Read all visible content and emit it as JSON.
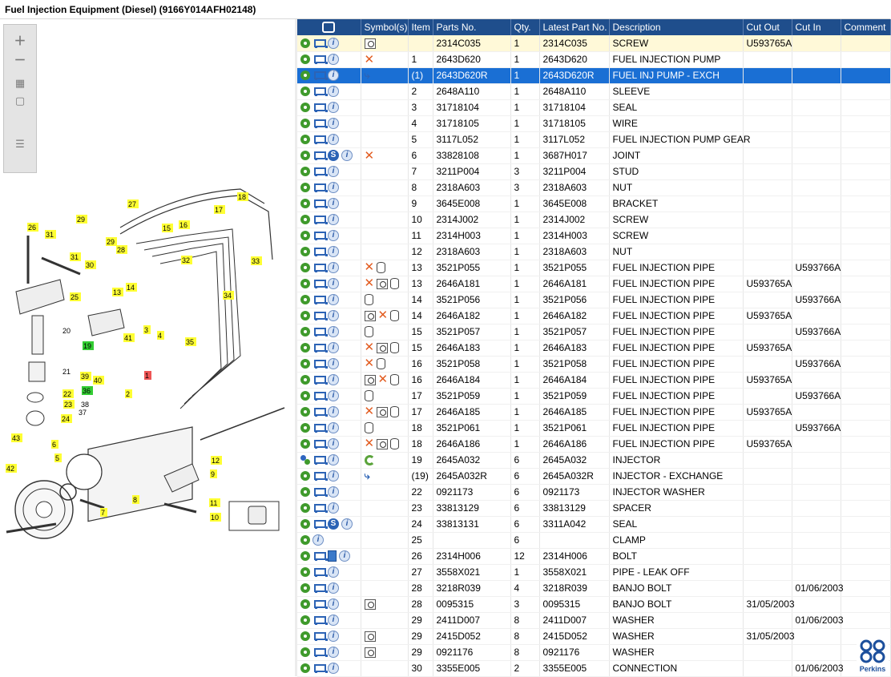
{
  "window": {
    "title": "Fuel Injection Equipment (Diesel) (9166Y014AFH02148)"
  },
  "columns": [
    "",
    "Symbol(s)",
    "Item",
    "Parts No.",
    "Qty.",
    "Latest Part No.",
    "Description",
    "Cut Out",
    "Cut In",
    "Comment"
  ],
  "rows": [
    {
      "item": "",
      "part": "2314C035",
      "qty": "1",
      "latest": "2314C035",
      "desc": "SCREW",
      "cutout": "U593765A",
      "cutin": "",
      "sym": [
        "mag"
      ],
      "lead": "gear",
      "state": "hl"
    },
    {
      "item": "1",
      "part": "2643D620",
      "qty": "1",
      "latest": "2643D620",
      "desc": "FUEL INJECTION PUMP",
      "cutout": "",
      "cutin": "",
      "sym": [
        "x"
      ],
      "lead": "gear",
      "state": ""
    },
    {
      "item": "(1)",
      "part": "2643D620R",
      "qty": "1",
      "latest": "2643D620R",
      "desc": "FUEL INJ PUMP - EXCH",
      "cutout": "",
      "cutin": "",
      "sym": [
        "arrow"
      ],
      "lead": "gear",
      "state": "sel"
    },
    {
      "item": "2",
      "part": "2648A110",
      "qty": "1",
      "latest": "2648A110",
      "desc": "SLEEVE",
      "cutout": "",
      "cutin": "",
      "sym": [],
      "lead": "gear",
      "state": ""
    },
    {
      "item": "3",
      "part": "31718104",
      "qty": "1",
      "latest": "31718104",
      "desc": "SEAL",
      "cutout": "",
      "cutin": "",
      "sym": [],
      "lead": "gear",
      "state": ""
    },
    {
      "item": "4",
      "part": "31718105",
      "qty": "1",
      "latest": "31718105",
      "desc": "WIRE",
      "cutout": "",
      "cutin": "",
      "sym": [],
      "lead": "gear",
      "state": ""
    },
    {
      "item": "5",
      "part": "3117L052",
      "qty": "1",
      "latest": "3117L052",
      "desc": "FUEL INJECTION PUMP GEAR",
      "cutout": "",
      "cutin": "",
      "sym": [],
      "lead": "gear",
      "state": ""
    },
    {
      "item": "6",
      "part": "33828108",
      "qty": "1",
      "latest": "3687H017",
      "desc": "JOINT",
      "cutout": "",
      "cutin": "",
      "sym": [
        "x"
      ],
      "lead": "gear",
      "extra": "s",
      "state": ""
    },
    {
      "item": "7",
      "part": "3211P004",
      "qty": "3",
      "latest": "3211P004",
      "desc": "STUD",
      "cutout": "",
      "cutin": "",
      "sym": [],
      "lead": "gear",
      "state": ""
    },
    {
      "item": "8",
      "part": "2318A603",
      "qty": "3",
      "latest": "2318A603",
      "desc": "NUT",
      "cutout": "",
      "cutin": "",
      "sym": [],
      "lead": "gear",
      "state": ""
    },
    {
      "item": "9",
      "part": "3645E008",
      "qty": "1",
      "latest": "3645E008",
      "desc": "BRACKET",
      "cutout": "",
      "cutin": "",
      "sym": [],
      "lead": "gear",
      "state": ""
    },
    {
      "item": "10",
      "part": "2314J002",
      "qty": "1",
      "latest": "2314J002",
      "desc": "SCREW",
      "cutout": "",
      "cutin": "",
      "sym": [],
      "lead": "gear",
      "state": ""
    },
    {
      "item": "11",
      "part": "2314H003",
      "qty": "1",
      "latest": "2314H003",
      "desc": "SCREW",
      "cutout": "",
      "cutin": "",
      "sym": [],
      "lead": "gear",
      "state": ""
    },
    {
      "item": "12",
      "part": "2318A603",
      "qty": "1",
      "latest": "2318A603",
      "desc": "NUT",
      "cutout": "",
      "cutin": "",
      "sym": [],
      "lead": "gear",
      "state": ""
    },
    {
      "item": "13",
      "part": "3521P055",
      "qty": "1",
      "latest": "3521P055",
      "desc": "FUEL INJECTION PIPE",
      "cutout": "",
      "cutin": "U593766A",
      "sym": [
        "x",
        "cyl"
      ],
      "lead": "gear",
      "state": ""
    },
    {
      "item": "13",
      "part": "2646A181",
      "qty": "1",
      "latest": "2646A181",
      "desc": "FUEL INJECTION PIPE",
      "cutout": "U593765A",
      "cutin": "",
      "sym": [
        "x",
        "mag",
        "cyl"
      ],
      "lead": "gear",
      "state": ""
    },
    {
      "item": "14",
      "part": "3521P056",
      "qty": "1",
      "latest": "3521P056",
      "desc": "FUEL INJECTION PIPE",
      "cutout": "",
      "cutin": "U593766A",
      "sym": [
        "cyl"
      ],
      "lead": "gear",
      "state": ""
    },
    {
      "item": "14",
      "part": "2646A182",
      "qty": "1",
      "latest": "2646A182",
      "desc": "FUEL INJECTION PIPE",
      "cutout": "U593765A",
      "cutin": "",
      "sym": [
        "mag",
        "x",
        "cyl"
      ],
      "lead": "gear",
      "state": ""
    },
    {
      "item": "15",
      "part": "3521P057",
      "qty": "1",
      "latest": "3521P057",
      "desc": "FUEL INJECTION PIPE",
      "cutout": "",
      "cutin": "U593766A",
      "sym": [
        "cyl"
      ],
      "lead": "gear",
      "state": ""
    },
    {
      "item": "15",
      "part": "2646A183",
      "qty": "1",
      "latest": "2646A183",
      "desc": "FUEL INJECTION PIPE",
      "cutout": "U593765A",
      "cutin": "",
      "sym": [
        "x",
        "mag",
        "cyl"
      ],
      "lead": "gear",
      "state": ""
    },
    {
      "item": "16",
      "part": "3521P058",
      "qty": "1",
      "latest": "3521P058",
      "desc": "FUEL INJECTION PIPE",
      "cutout": "",
      "cutin": "U593766A",
      "sym": [
        "x",
        "cyl"
      ],
      "lead": "gear",
      "state": ""
    },
    {
      "item": "16",
      "part": "2646A184",
      "qty": "1",
      "latest": "2646A184",
      "desc": "FUEL INJECTION PIPE",
      "cutout": "U593765A",
      "cutin": "",
      "sym": [
        "mag",
        "x",
        "cyl"
      ],
      "lead": "gear",
      "state": ""
    },
    {
      "item": "17",
      "part": "3521P059",
      "qty": "1",
      "latest": "3521P059",
      "desc": "FUEL INJECTION PIPE",
      "cutout": "",
      "cutin": "U593766A",
      "sym": [
        "cyl"
      ],
      "lead": "gear",
      "state": ""
    },
    {
      "item": "17",
      "part": "2646A185",
      "qty": "1",
      "latest": "2646A185",
      "desc": "FUEL INJECTION PIPE",
      "cutout": "U593765A",
      "cutin": "",
      "sym": [
        "x",
        "mag",
        "cyl"
      ],
      "lead": "gear",
      "state": ""
    },
    {
      "item": "18",
      "part": "3521P061",
      "qty": "1",
      "latest": "3521P061",
      "desc": "FUEL INJECTION PIPE",
      "cutout": "",
      "cutin": "U593766A",
      "sym": [
        "cyl"
      ],
      "lead": "gear",
      "state": ""
    },
    {
      "item": "18",
      "part": "2646A186",
      "qty": "1",
      "latest": "2646A186",
      "desc": "FUEL INJECTION PIPE",
      "cutout": "U593765A",
      "cutin": "",
      "sym": [
        "x",
        "mag",
        "cyl"
      ],
      "lead": "gear",
      "state": ""
    },
    {
      "item": "19",
      "part": "2645A032",
      "qty": "6",
      "latest": "2645A032",
      "desc": "INJECTOR",
      "cutout": "",
      "cutin": "",
      "sym": [
        "cycle"
      ],
      "lead": "gear2",
      "state": ""
    },
    {
      "item": "(19)",
      "part": "2645A032R",
      "qty": "6",
      "latest": "2645A032R",
      "desc": "INJECTOR - EXCHANGE",
      "cutout": "",
      "cutin": "",
      "sym": [
        "arrow"
      ],
      "lead": "gear",
      "state": ""
    },
    {
      "item": "22",
      "part": "0921173",
      "qty": "6",
      "latest": "0921173",
      "desc": "INJECTOR WASHER",
      "cutout": "",
      "cutin": "",
      "sym": [],
      "lead": "gear",
      "state": ""
    },
    {
      "item": "23",
      "part": "33813129",
      "qty": "6",
      "latest": "33813129",
      "desc": "SPACER",
      "cutout": "",
      "cutin": "",
      "sym": [],
      "lead": "gear",
      "state": ""
    },
    {
      "item": "24",
      "part": "33813131",
      "qty": "6",
      "latest": "3311A042",
      "desc": "SEAL",
      "cutout": "",
      "cutin": "",
      "sym": [],
      "lead": "gear",
      "extra": "s",
      "state": ""
    },
    {
      "item": "25",
      "part": "",
      "qty": "6",
      "latest": "",
      "desc": "CLAMP",
      "cutout": "",
      "cutin": "",
      "sym": [],
      "lead": "gear",
      "nocart": true,
      "state": ""
    },
    {
      "item": "26",
      "part": "2314H006",
      "qty": "12",
      "latest": "2314H006",
      "desc": "BOLT",
      "cutout": "",
      "cutin": "",
      "sym": [],
      "lead": "gear",
      "extra": "book",
      "state": ""
    },
    {
      "item": "27",
      "part": "3558X021",
      "qty": "1",
      "latest": "3558X021",
      "desc": "PIPE - LEAK OFF",
      "cutout": "",
      "cutin": "",
      "sym": [],
      "lead": "gear",
      "state": ""
    },
    {
      "item": "28",
      "part": "3218R039",
      "qty": "4",
      "latest": "3218R039",
      "desc": "BANJO BOLT",
      "cutout": "",
      "cutin": "01/06/2003",
      "sym": [],
      "lead": "gear",
      "state": ""
    },
    {
      "item": "28",
      "part": "0095315",
      "qty": "3",
      "latest": "0095315",
      "desc": "BANJO BOLT",
      "cutout": "31/05/2003",
      "cutin": "",
      "sym": [
        "mag"
      ],
      "lead": "gear",
      "state": ""
    },
    {
      "item": "29",
      "part": "2411D007",
      "qty": "8",
      "latest": "2411D007",
      "desc": "WASHER",
      "cutout": "",
      "cutin": "01/06/2003",
      "sym": [],
      "lead": "gear",
      "state": ""
    },
    {
      "item": "29",
      "part": "2415D052",
      "qty": "8",
      "latest": "2415D052",
      "desc": "WASHER",
      "cutout": "31/05/2003",
      "cutin": "",
      "sym": [
        "mag"
      ],
      "lead": "gear",
      "state": ""
    },
    {
      "item": "29",
      "part": "0921176",
      "qty": "8",
      "latest": "0921176",
      "desc": "WASHER",
      "cutout": "",
      "cutin": "",
      "sym": [
        "mag"
      ],
      "lead": "gear",
      "state": ""
    },
    {
      "item": "30",
      "part": "3355E005",
      "qty": "2",
      "latest": "3355E005",
      "desc": "CONNECTION",
      "cutout": "",
      "cutin": "01/06/2003",
      "sym": [],
      "lead": "gear",
      "state": ""
    }
  ],
  "diagram": {
    "callouts": [
      {
        "n": "27",
        "c": "y"
      },
      {
        "n": "18",
        "c": "y"
      },
      {
        "n": "29",
        "c": "y"
      },
      {
        "n": "17",
        "c": "y"
      },
      {
        "n": "26",
        "c": "y"
      },
      {
        "n": "31",
        "c": "y"
      },
      {
        "n": "29",
        "c": "y"
      },
      {
        "n": "28",
        "c": "y"
      },
      {
        "n": "15",
        "c": "y"
      },
      {
        "n": "16",
        "c": "y"
      },
      {
        "n": "31",
        "c": "y"
      },
      {
        "n": "30",
        "c": "y"
      },
      {
        "n": "32",
        "c": "y"
      },
      {
        "n": "33",
        "c": "y"
      },
      {
        "n": "13",
        "c": "y"
      },
      {
        "n": "14",
        "c": "y"
      },
      {
        "n": "25",
        "c": "y"
      },
      {
        "n": "34",
        "c": "y"
      },
      {
        "n": "20",
        "c": "n"
      },
      {
        "n": "41",
        "c": "y"
      },
      {
        "n": "3",
        "c": "y"
      },
      {
        "n": "4",
        "c": "y"
      },
      {
        "n": "19",
        "c": "g"
      },
      {
        "n": "35",
        "c": "y"
      },
      {
        "n": "39",
        "c": "y"
      },
      {
        "n": "40",
        "c": "y"
      },
      {
        "n": "21",
        "c": "n"
      },
      {
        "n": "1",
        "c": "r"
      },
      {
        "n": "36",
        "c": "g"
      },
      {
        "n": "2",
        "c": "y"
      },
      {
        "n": "22",
        "c": "y"
      },
      {
        "n": "38",
        "c": "n"
      },
      {
        "n": "23",
        "c": "y"
      },
      {
        "n": "37",
        "c": "n"
      },
      {
        "n": "24",
        "c": "y"
      },
      {
        "n": "43",
        "c": "y"
      },
      {
        "n": "6",
        "c": "y"
      },
      {
        "n": "5",
        "c": "y"
      },
      {
        "n": "42",
        "c": "y"
      },
      {
        "n": "12",
        "c": "y"
      },
      {
        "n": "9",
        "c": "y"
      },
      {
        "n": "8",
        "c": "y"
      },
      {
        "n": "7",
        "c": "y"
      },
      {
        "n": "11",
        "c": "y"
      },
      {
        "n": "10",
        "c": "y"
      }
    ]
  },
  "icons": {
    "zoom_in": "plus-icon",
    "zoom_out": "minus-icon",
    "fit": "fit-icon",
    "window": "window-icon",
    "list": "list-icon",
    "header_search": "search-icon",
    "brand": "perkins-logo"
  },
  "colors": {
    "header_bg": "#1f4e8c",
    "selected_row": "#1a6fd4",
    "highlight_row": "#fff9d8",
    "callout_yellow": "#ffff33",
    "callout_green": "#33cc33",
    "callout_red": "#ee5555"
  },
  "brand": {
    "logo_text": "Perkins"
  }
}
